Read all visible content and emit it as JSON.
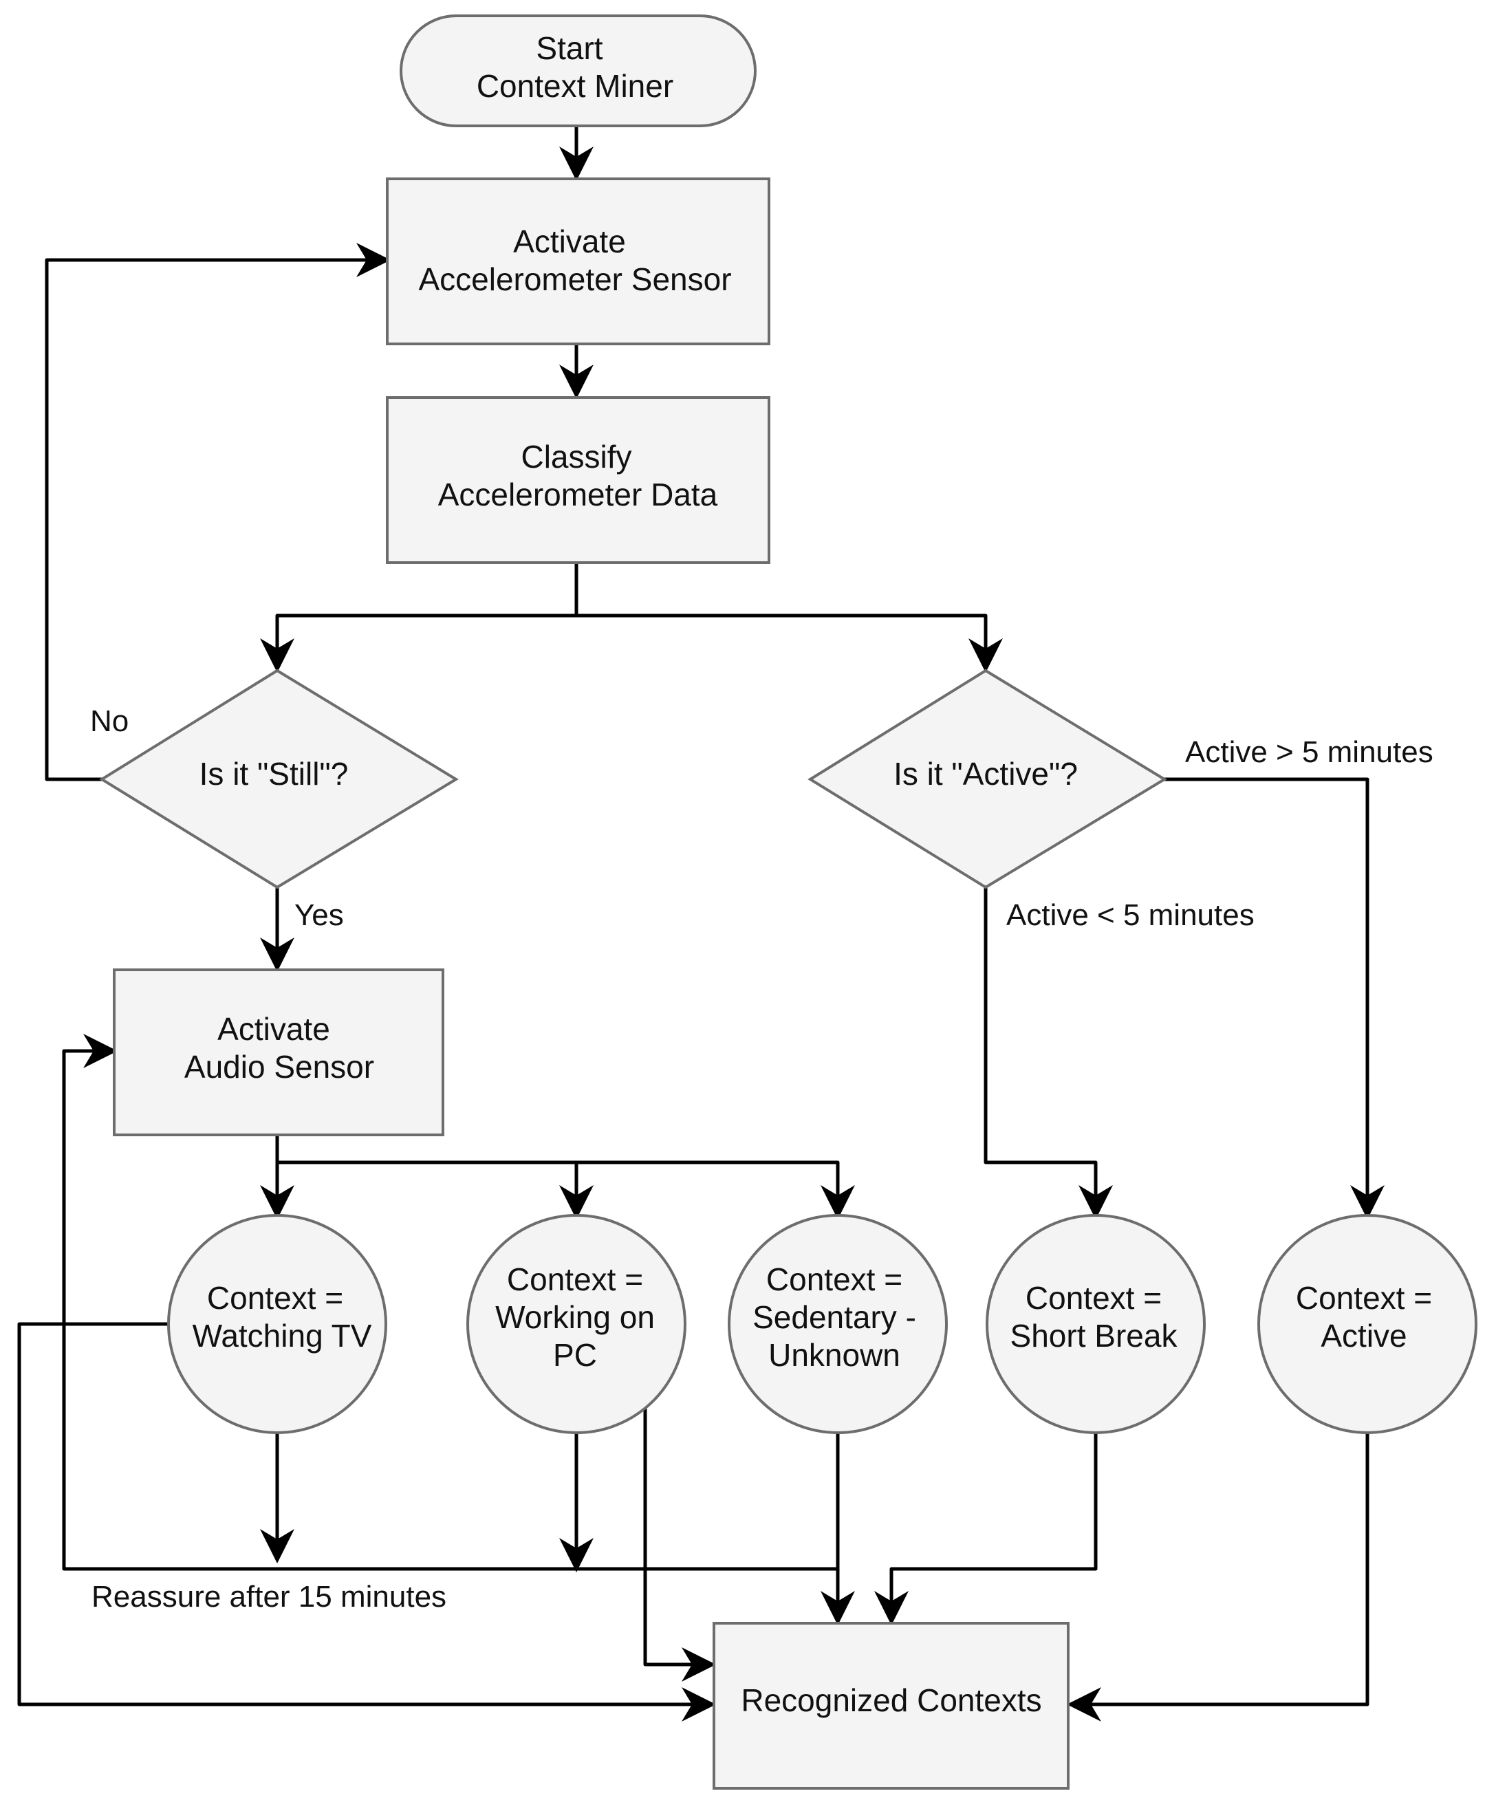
{
  "theme": {
    "node_fill": "#f4f4f4",
    "node_stroke": "#6d6d6d",
    "line_color": "#000000",
    "text_color": "#111111"
  },
  "nodes": {
    "start": {
      "shape": "rounded-rectangle",
      "lines": [
        "Start",
        "Context Miner"
      ]
    },
    "activate_accel": {
      "shape": "rectangle",
      "lines": [
        "Activate",
        "Accelerometer Sensor"
      ]
    },
    "classify_accel": {
      "shape": "rectangle",
      "lines": [
        "Classify",
        "Accelerometer Data"
      ]
    },
    "is_still": {
      "shape": "diamond",
      "lines": [
        "Is it \"Still\"?"
      ]
    },
    "is_active": {
      "shape": "diamond",
      "lines": [
        "Is it \"Active\"?"
      ]
    },
    "activate_audio": {
      "shape": "rectangle",
      "lines": [
        "Activate",
        "Audio Sensor"
      ]
    },
    "ctx_tv": {
      "shape": "circle",
      "lines": [
        "Context =",
        "Watching TV"
      ]
    },
    "ctx_pc": {
      "shape": "circle",
      "lines": [
        "Context =",
        "Working on",
        "PC"
      ]
    },
    "ctx_unknown": {
      "shape": "circle",
      "lines": [
        "Context =",
        "Sedentary -",
        "Unknown"
      ]
    },
    "ctx_break": {
      "shape": "circle",
      "lines": [
        "Context =",
        "Short Break"
      ]
    },
    "ctx_active": {
      "shape": "circle",
      "lines": [
        "Context =",
        "Active"
      ]
    },
    "recognized": {
      "shape": "rectangle",
      "lines": [
        "Recognized Contexts"
      ]
    }
  },
  "edge_labels": {
    "no": "No",
    "yes": "Yes",
    "active_gt": "Active > 5 minutes",
    "active_lt": "Active < 5 minutes",
    "reassure": "Reassure after 15 minutes"
  },
  "edges": [
    {
      "from": "start",
      "to": "activate_accel"
    },
    {
      "from": "activate_accel",
      "to": "classify_accel"
    },
    {
      "from": "classify_accel",
      "to": "is_still"
    },
    {
      "from": "classify_accel",
      "to": "is_active"
    },
    {
      "from": "is_still",
      "to": "activate_accel",
      "label": "No"
    },
    {
      "from": "is_still",
      "to": "activate_audio",
      "label": "Yes"
    },
    {
      "from": "is_active",
      "to": "ctx_break",
      "label": "Active < 5 minutes"
    },
    {
      "from": "is_active",
      "to": "ctx_active",
      "label": "Active > 5 minutes"
    },
    {
      "from": "activate_audio",
      "to": "ctx_tv"
    },
    {
      "from": "activate_audio",
      "to": "ctx_pc"
    },
    {
      "from": "activate_audio",
      "to": "ctx_unknown"
    },
    {
      "from": "ctx_tv",
      "to": "activate_audio",
      "label": "Reassure after 15 minutes"
    },
    {
      "from": "ctx_pc",
      "to": "activate_audio",
      "label": "Reassure after 15 minutes"
    },
    {
      "from": "ctx_tv",
      "to": "recognized"
    },
    {
      "from": "ctx_pc",
      "to": "recognized"
    },
    {
      "from": "ctx_unknown",
      "to": "recognized"
    },
    {
      "from": "ctx_break",
      "to": "recognized"
    },
    {
      "from": "ctx_active",
      "to": "recognized"
    }
  ]
}
